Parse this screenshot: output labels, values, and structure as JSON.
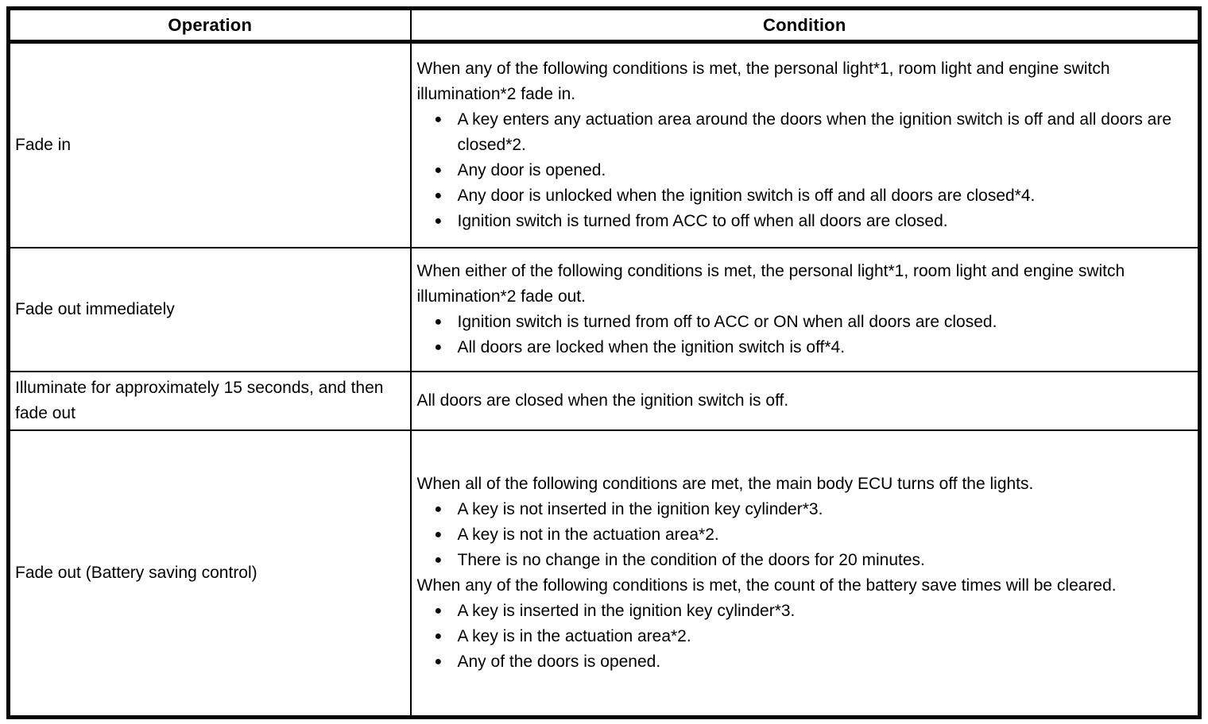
{
  "icons": {
    "bullet": "●"
  },
  "table": {
    "headers": [
      "Operation",
      "Condition"
    ],
    "rows": [
      {
        "operation": "Fade in",
        "blocks": [
          {
            "type": "paragraph",
            "text": "When any of the following conditions is met, the personal light*1, room light and engine switch illumination*2 fade in."
          },
          {
            "type": "bullets",
            "items": [
              "A key enters any actuation area around the doors when the ignition switch is off and all doors are closed*2.",
              "Any door is opened.",
              "Any door is unlocked when the ignition switch is off and all doors are closed*4.",
              "Ignition switch is turned from ACC to off when all doors are closed."
            ]
          }
        ]
      },
      {
        "operation": "Fade out immediately",
        "blocks": [
          {
            "type": "paragraph",
            "text": "When either of the following conditions is met, the personal light*1, room light and engine switch illumination*2 fade out."
          },
          {
            "type": "bullets",
            "items": [
              "Ignition switch is turned from off to ACC or ON when all doors are closed.",
              "All doors are locked when the ignition switch is off*4."
            ]
          }
        ]
      },
      {
        "operation": "Illuminate for approximately 15 seconds, and then fade out",
        "blocks": [
          {
            "type": "paragraph",
            "text": "All doors are closed when the ignition switch is off."
          }
        ]
      },
      {
        "operation": "Fade out (Battery saving control)",
        "blocks": [
          {
            "type": "paragraph",
            "text": "When all of the following conditions are met, the main body ECU turns off the lights."
          },
          {
            "type": "bullets",
            "items": [
              "A key is not inserted in the ignition key cylinder*3.",
              "A key is not in the actuation area*2.",
              "There is no change in the condition of the doors for 20 minutes."
            ]
          },
          {
            "type": "paragraph",
            "text": "When any of the following conditions is met, the count of the battery save times will be cleared."
          },
          {
            "type": "bullets",
            "items": [
              "A key is inserted in the ignition key cylinder*3.",
              "A key is in the actuation area*2.",
              "Any of the doors is opened."
            ]
          }
        ]
      }
    ]
  }
}
